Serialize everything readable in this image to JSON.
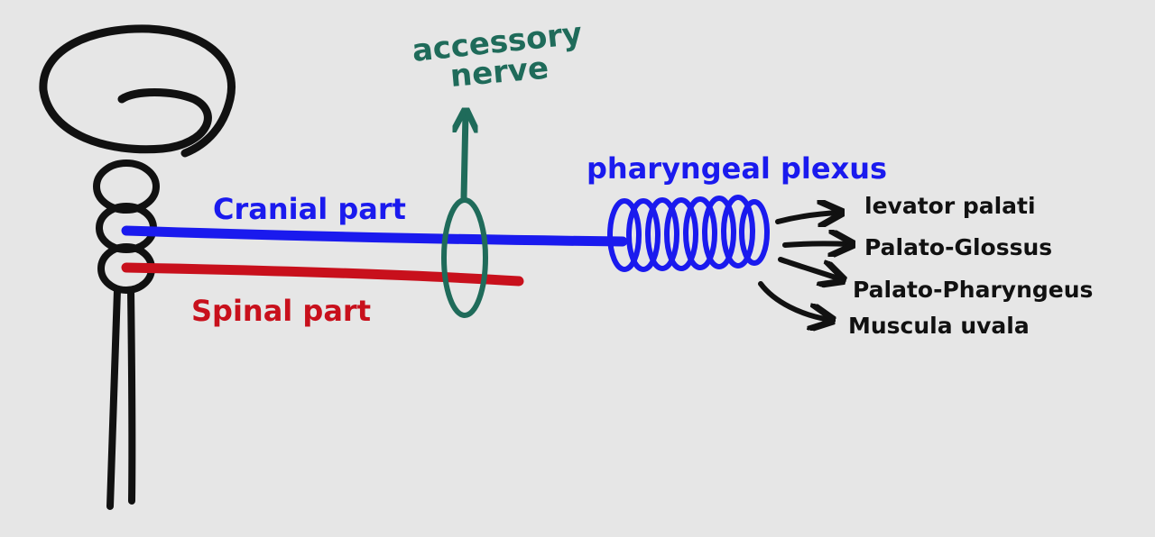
{
  "labels": {
    "accessory_line1": "accessory",
    "accessory_line2": "nerve",
    "cranial": "Cranial part",
    "spinal": "Spinal part",
    "plexus": "pharyngeal plexus",
    "muscles": [
      "levator palati",
      "Palato-Glossus",
      "Palato-Pharyngeus",
      "Muscula uvala"
    ]
  },
  "colors": {
    "background": "#e6e6e6",
    "cranial": "#1a1aee",
    "spinal": "#c8101c",
    "accessory": "#1f6b5a",
    "outline": "#111111"
  }
}
